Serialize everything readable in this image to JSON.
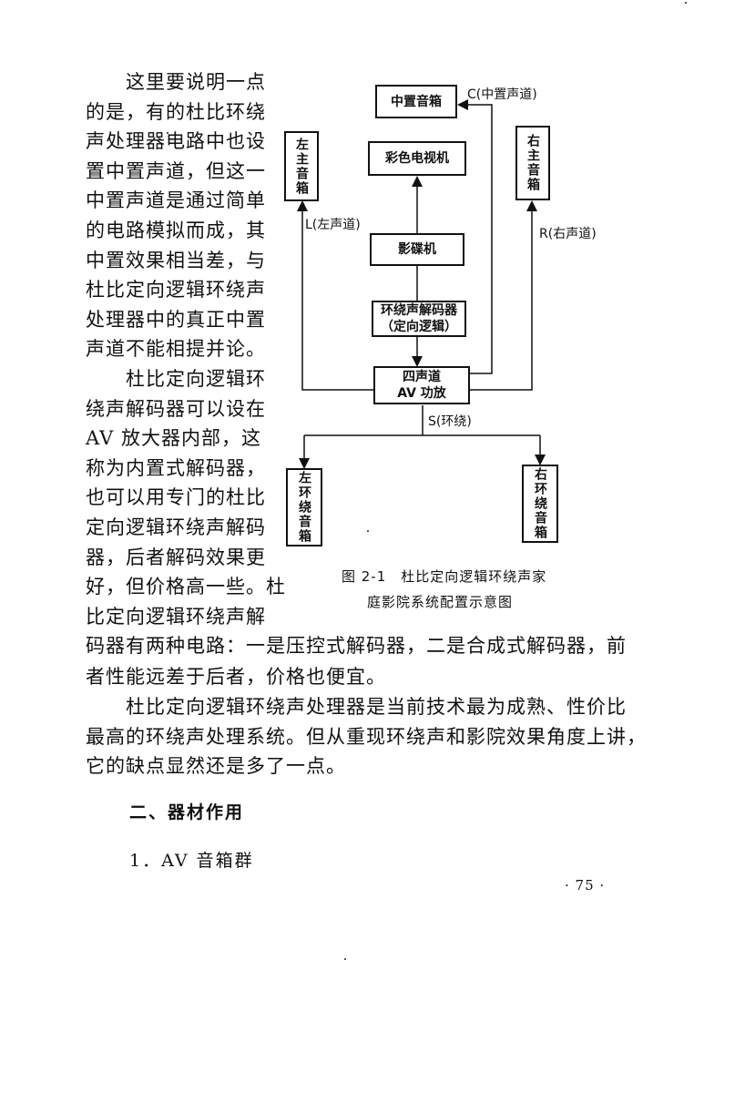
{
  "left_column": {
    "lines": [
      "　　这里要说明一点",
      "的是，有的杜比环绕",
      "声处理器电路中也设",
      "置中置声道，但这一",
      "中置声道是通过简单",
      "的电路模拟而成，其",
      "中置效果相当差，与",
      "杜比定向逻辑环绕声",
      "处理器中的真正中置",
      "声道不能相提并论。",
      "　　杜比定向逻辑环",
      "绕声解码器可以设在",
      "AV 放大器内部，这",
      "称为内置式解码器，",
      "也可以用专门的杜比",
      "定向逻辑环绕声解码",
      "器，后者解码效果更",
      "好，但价格高一些。杜",
      "比定向逻辑环绕声解"
    ]
  },
  "full_width": {
    "lines": [
      "码器有两种电路：一是压控式解码器，二是合成式解码器，前",
      "者性能远差于后者，价格也便宜。",
      "　　杜比定向逻辑环绕声处理器是当前技术最为成熟、性价比",
      "最高的环绕声处理系统。但从重现环绕声和影院效果角度上讲，",
      "它的缺点显然还是多了一点。"
    ]
  },
  "heading": "二、器材作用",
  "subheading": "1．AV 音箱群",
  "page_number": "· 75 ·",
  "diagram": {
    "boxes": {
      "center_speaker": "中置音箱",
      "color_tv": "彩色电视机",
      "left_main": "左主音箱",
      "right_main": "右主音箱",
      "disc_player": "影碟机",
      "decoder_line1": "环绕声解码器",
      "decoder_line2": "（定向逻辑）",
      "amp_line1": "四声道",
      "amp_line2": "AV 功放",
      "left_surround": "左环绕音箱",
      "right_surround": "右环绕音箱"
    },
    "labels": {
      "center_channel": "C(中置声道)",
      "left_channel": "L(左声道)",
      "right_channel": "R(右声道)",
      "surround": "S(环绕)"
    },
    "caption_line1": "图 2-1　杜比定向逻辑环绕声家",
    "caption_line2": "庭影院系统配置示意图"
  }
}
